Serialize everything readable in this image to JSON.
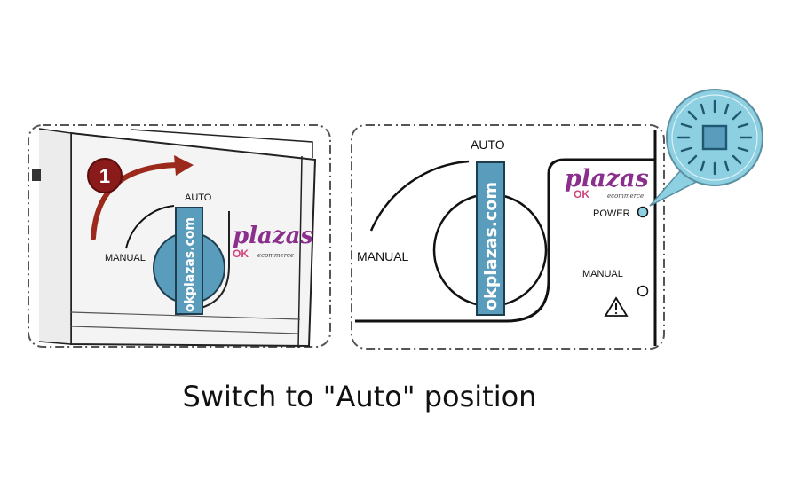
{
  "caption": "Switch to \"Auto\" position",
  "left_panel": {
    "step_number": "1",
    "label_auto": "AUTO",
    "label_manual": "MANUAL",
    "watermark": "okplazas.com"
  },
  "right_panel": {
    "label_auto": "AUTO",
    "label_manual": "MANUAL",
    "watermark": "okplazas.com",
    "power_label": "POWER",
    "manual_led_label": "MANUAL"
  },
  "logo": {
    "word": "plazas",
    "ok": "OK",
    "tagline": "ecommerce"
  },
  "colors": {
    "knob_blue": "#5a9cbc",
    "accent_light_blue": "#8dd0e2",
    "step_badge": "#8b1a1a",
    "arrow": "#9b2a1c",
    "logo_purple": "#8a2f8c",
    "logo_pink": "#d0457e"
  },
  "icons": [
    "curved-arrow-icon",
    "warning-icon",
    "power-led-icon",
    "led-light-icon"
  ]
}
